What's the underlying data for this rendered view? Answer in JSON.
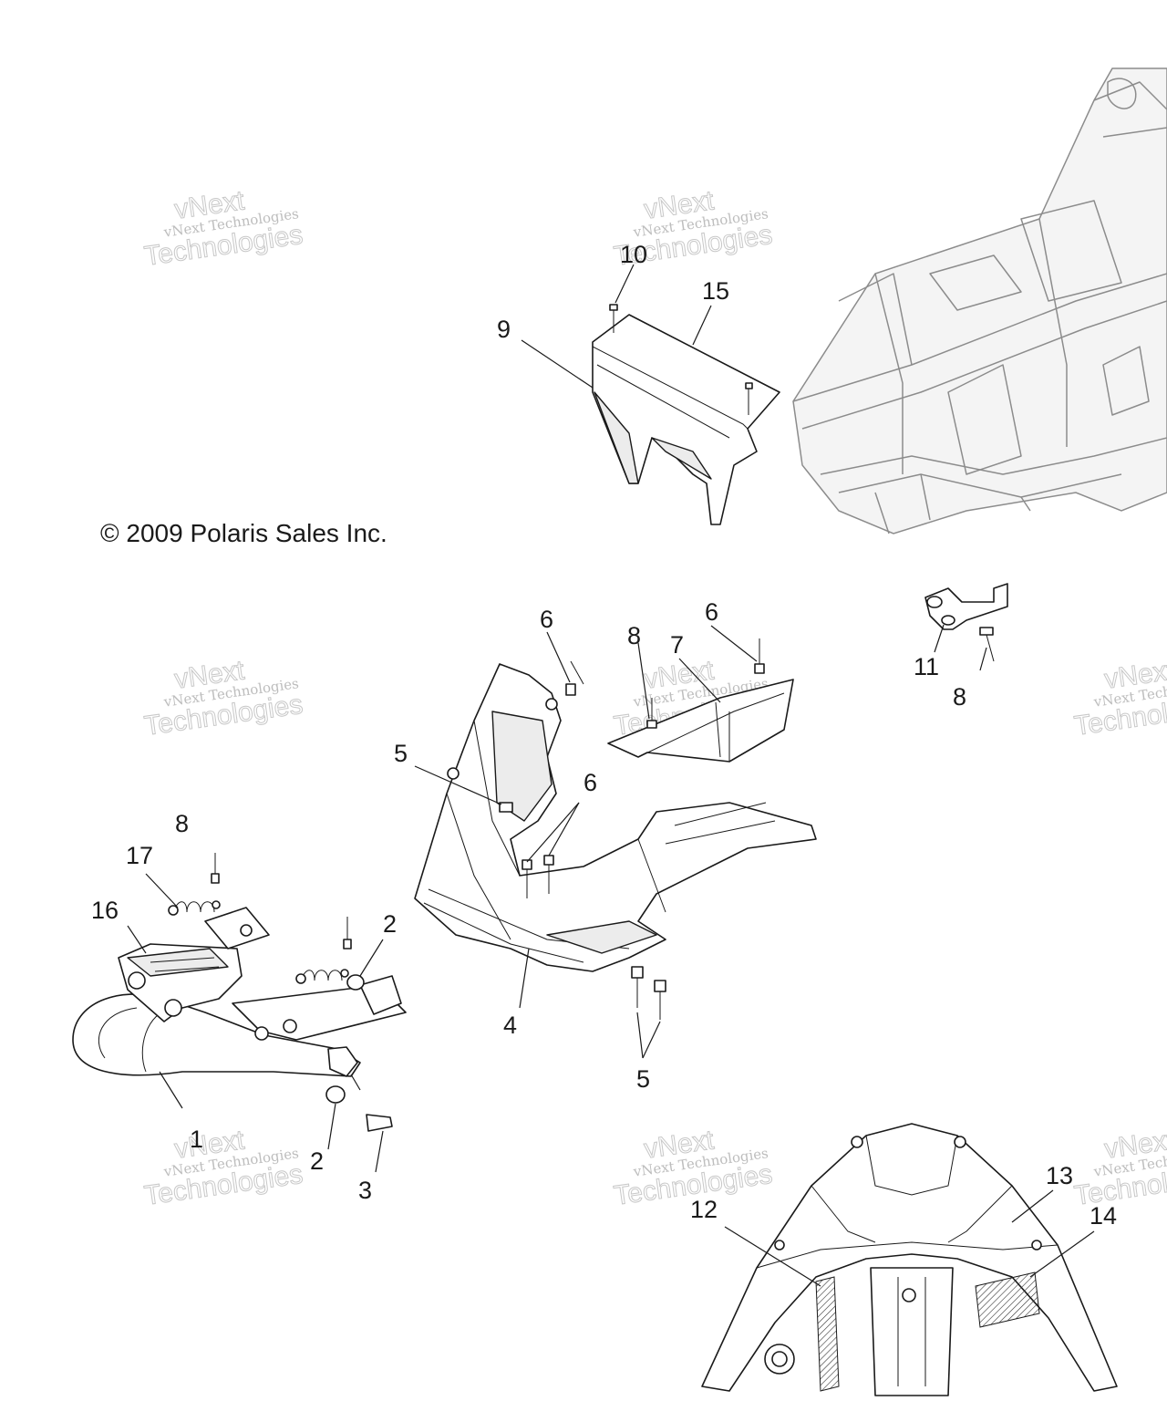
{
  "copyright": "© 2009 Polaris Sales Inc.",
  "watermark": {
    "line1": "vNext",
    "line2": "vNext Technologies",
    "line3": "Technologies"
  },
  "callouts": [
    "1",
    "2",
    "2",
    "3",
    "4",
    "5",
    "5",
    "6",
    "6",
    "6",
    "7",
    "8",
    "8",
    "8",
    "9",
    "10",
    "11",
    "12",
    "13",
    "14",
    "15",
    "16",
    "17"
  ]
}
